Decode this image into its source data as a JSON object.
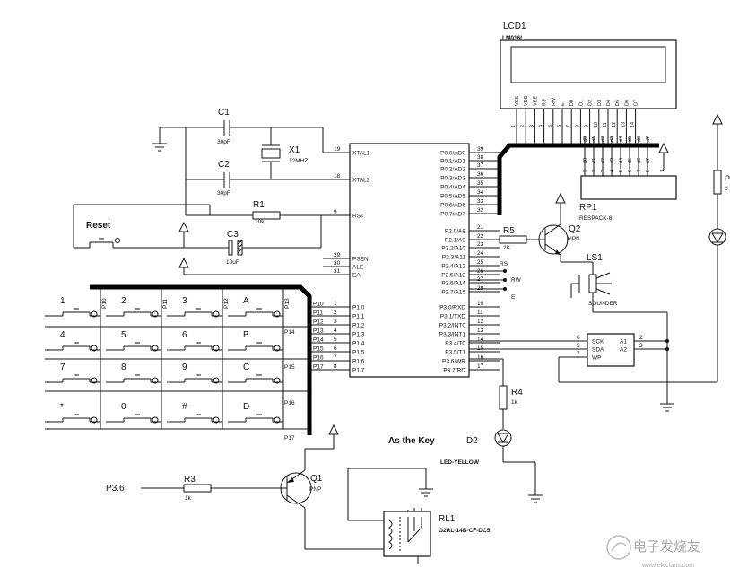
{
  "lcd": {
    "ref": "LCD1",
    "model": "LM016L",
    "pins": [
      "VSS",
      "VDD",
      "VEE",
      "RS",
      "RW",
      "E",
      "D0",
      "D1",
      "D2",
      "D3",
      "D4",
      "D5",
      "D6",
      "D7"
    ],
    "pin_nums": [
      "1",
      "2",
      "3",
      "4",
      "5",
      "6",
      "7",
      "8",
      "9",
      "10",
      "11",
      "12",
      "13",
      "14"
    ]
  },
  "c1": {
    "ref": "C1",
    "value": "30pF"
  },
  "c2": {
    "ref": "C2",
    "value": "30pF"
  },
  "c3": {
    "ref": "C3",
    "value": "10uF"
  },
  "x1": {
    "ref": "X1",
    "value": "12MHZ"
  },
  "r1": {
    "ref": "R1",
    "value": "10k"
  },
  "r3": {
    "ref": "R3",
    "value": "1k"
  },
  "r4": {
    "ref": "R4",
    "value": "1k"
  },
  "r5": {
    "ref": "R5",
    "value": "2K"
  },
  "reset": {
    "label": "Reset"
  },
  "mcu": {
    "left_pins": [
      {
        "name": "XTAL1",
        "num": "19"
      },
      {
        "name": "XTAL2",
        "num": "18"
      },
      {
        "name": "RST",
        "num": "9"
      },
      {
        "name": "PSEN",
        "num": "29"
      },
      {
        "name": "ALE",
        "num": "30"
      },
      {
        "name": "EA",
        "num": "31"
      },
      {
        "name": "P1.0",
        "num": "1"
      },
      {
        "name": "P1.1",
        "num": "2"
      },
      {
        "name": "P1.2",
        "num": "3"
      },
      {
        "name": "P1.3",
        "num": "4"
      },
      {
        "name": "P1.4",
        "num": "5"
      },
      {
        "name": "P1.5",
        "num": "6"
      },
      {
        "name": "P1.6",
        "num": "7"
      },
      {
        "name": "P1.7",
        "num": "8"
      }
    ],
    "right_pins": [
      {
        "name": "P0.0/AD0",
        "num": "39"
      },
      {
        "name": "P0.1/AD1",
        "num": "38"
      },
      {
        "name": "P0.2/AD2",
        "num": "37"
      },
      {
        "name": "P0.3/AD3",
        "num": "36"
      },
      {
        "name": "P0.4/AD4",
        "num": "35"
      },
      {
        "name": "P0.5/AD5",
        "num": "34"
      },
      {
        "name": "P0.6/AD6",
        "num": "33"
      },
      {
        "name": "P0.7/AD7",
        "num": "32"
      },
      {
        "name": "P2.0/A8",
        "num": "21"
      },
      {
        "name": "P2.1/A9",
        "num": "22"
      },
      {
        "name": "P2.2/A10",
        "num": "23"
      },
      {
        "name": "P2.3/A11",
        "num": "24"
      },
      {
        "name": "P2.4/A12",
        "num": "25"
      },
      {
        "name": "P2.5/A13",
        "num": "26"
      },
      {
        "name": "P2.6/A14",
        "num": "27"
      },
      {
        "name": "P2.7/A15",
        "num": "28"
      },
      {
        "name": "P3.0/RXD",
        "num": "10"
      },
      {
        "name": "P3.1/TXD",
        "num": "11"
      },
      {
        "name": "P3.2/INT0",
        "num": "12"
      },
      {
        "name": "P3.3/INT1",
        "num": "13"
      },
      {
        "name": "P3.4/T0",
        "num": "14"
      },
      {
        "name": "P3.5/T1",
        "num": "15"
      },
      {
        "name": "P3.6/WR",
        "num": "16"
      },
      {
        "name": "P3.7/RD",
        "num": "17"
      }
    ],
    "net_labels": [
      "P10",
      "P11",
      "P12",
      "P13",
      "P14",
      "P15",
      "P16",
      "P17"
    ]
  },
  "signals": {
    "rs": "RS",
    "rw": "RW",
    "e": "E"
  },
  "rp1": {
    "ref": "RP1",
    "model": "RESPACK-8",
    "pins": [
      "9",
      "2",
      "3",
      "4",
      "5",
      "6",
      "7",
      "8",
      "1"
    ],
    "nets": [
      "d0",
      "d1",
      "d2",
      "d3",
      "d4",
      "d5",
      "d6",
      "d7"
    ]
  },
  "q2": {
    "ref": "Q2",
    "type": "NPN"
  },
  "ls1": {
    "ref": "LS1",
    "type": "SOUNDER"
  },
  "eeprom": {
    "pins_left": [
      {
        "name": "SCK",
        "num": "6"
      },
      {
        "name": "SDA",
        "num": "5"
      },
      {
        "name": "WP",
        "num": "7"
      }
    ],
    "pins_right": [
      {
        "name": "A1",
        "num": "2"
      },
      {
        "name": "A2",
        "num": "3"
      }
    ]
  },
  "keypad": {
    "keys": [
      "1",
      "2",
      "3",
      "A",
      "4",
      "5",
      "6",
      "B",
      "7",
      "8",
      "9",
      "C",
      "*",
      "0",
      "#",
      "D"
    ],
    "col_labels": [
      "P10",
      "P11",
      "P12",
      "P13"
    ],
    "row_labels": [
      "P14",
      "P15",
      "P16",
      "P17"
    ]
  },
  "caption": "As the Key",
  "d2": {
    "ref": "D2",
    "type": "LED-YELLOW"
  },
  "p36": "P3.6",
  "q1": {
    "ref": "Q1",
    "type": "PNP"
  },
  "rl1": {
    "ref": "RL1",
    "model": "G2RL-14B-CF-DC5"
  },
  "right_comp": {
    "ref": "P",
    "value": "2"
  },
  "watermark": {
    "text": "电子发烧友",
    "url": "www.elecfans.com"
  }
}
